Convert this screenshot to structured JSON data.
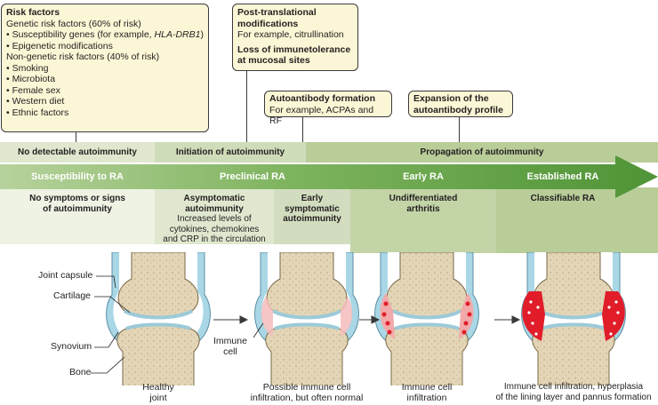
{
  "risk_box": {
    "title": "Risk factors",
    "line1": "Genetic risk factors (60% of risk)",
    "line2a": "• Susceptibility genes (for example, ",
    "line2b": "HLA-DRB1",
    "line2c": ")",
    "line3": "• Epigenetic modifications",
    "line4": "Non-genetic risk factors (40% of risk)",
    "line5": "• Smoking",
    "line6": "• Microbiota",
    "line7": "• Female sex",
    "line8": "• Western diet",
    "line9": "• Ethnic factors"
  },
  "ptm_box": {
    "title1": "Post-translational",
    "title2": "modifications",
    "sub": "For example, citrullination",
    "title3": "Loss of immunetolerance",
    "title4": "at mucosal sites"
  },
  "auto_box": {
    "title": "Autoantibody formation",
    "sub": "For example, ACPAs and RF"
  },
  "expansion_box": {
    "title1": "Expansion of the",
    "title2": "autoantibody profile"
  },
  "phases": {
    "none": "No detectable autoimmunity",
    "initiation": "Initiation of autoimmunity",
    "propagation": "Propagation of autoimmunity"
  },
  "stages": {
    "s1": "Susceptibility to RA",
    "s2": "Preclinical RA",
    "s3": "Early RA",
    "s4": "Established RA"
  },
  "descriptions": {
    "d1a": "No symptoms or signs",
    "d1b": "of autoimmunity",
    "d2a": "Asymptomatic",
    "d2b": "autoimmunity",
    "d2c": "Increased levels of",
    "d2d": "cytokines, chemokines",
    "d2e": "and CRP in the circulation",
    "d3a": "Early",
    "d3b": "symptomatic",
    "d3c": "autoimmunity",
    "d4a": "Undifferentiated",
    "d4b": "arthritis",
    "d5": "Classifiable RA"
  },
  "anatomy_labels": {
    "capsule": "Joint capsule",
    "cartilage": "Cartilage",
    "synovium": "Synovium",
    "bone": "Bone",
    "immune1": "Immune",
    "immune2": "cell"
  },
  "captions": {
    "c1a": "Healthy",
    "c1b": "joint",
    "c2a": "Possible immune cell",
    "c2b": "infiltration, but often normal",
    "c3a": "Immune cell",
    "c3b": "infiltration",
    "c4a": "Immune cell infiltration, hyperplasia",
    "c4b": "of the lining layer and pannus formation"
  },
  "colors": {
    "box_fill": "#fbf6d5",
    "band_light": "#dfe8cf",
    "band_mid": "#cfdcb9",
    "band_dark": "#b9cd99",
    "arrow_green": "#5e9e42",
    "synovium_fill": "#f7d2d2",
    "immune_red": "#e11d2a",
    "capsule_blue": "#a9d7e6",
    "bone_fill": "#e3d5b6"
  }
}
